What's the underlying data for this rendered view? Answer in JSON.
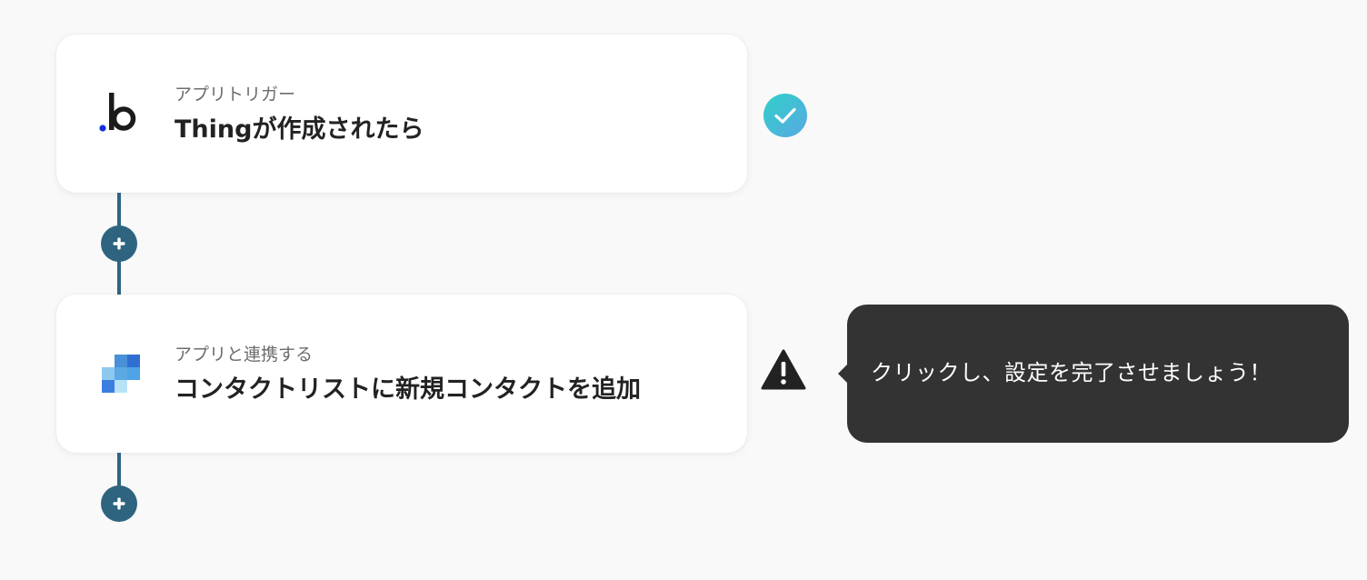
{
  "steps": [
    {
      "label": "アプリトリガー",
      "title": "Thingが作成されたら",
      "icon": "bubble-logo-icon",
      "status": "complete",
      "status_icon": "check-circle-icon"
    },
    {
      "label": "アプリと連携する",
      "title": "コンタクトリストに新規コンタクトを追加",
      "icon": "app-mosaic-logo-icon",
      "status": "warning",
      "status_icon": "warning-triangle-icon"
    }
  ],
  "tooltip": {
    "text": "クリックし、設定を完了させましょう！"
  },
  "add_step_icon": "plus-icon",
  "colors": {
    "background": "#f9f9f9",
    "connector": "#2e6480",
    "check_gradient_start": "#2fd0c8",
    "check_gradient_end": "#5aa8e4",
    "warning": "#222222",
    "tooltip_bg": "#333333",
    "logo_dot": "#1030e0",
    "mosaic_blues": [
      "#4a90d9",
      "#2f6fd1",
      "#8ec8ef",
      "#b9e2f7",
      "#3b7fe0"
    ]
  }
}
